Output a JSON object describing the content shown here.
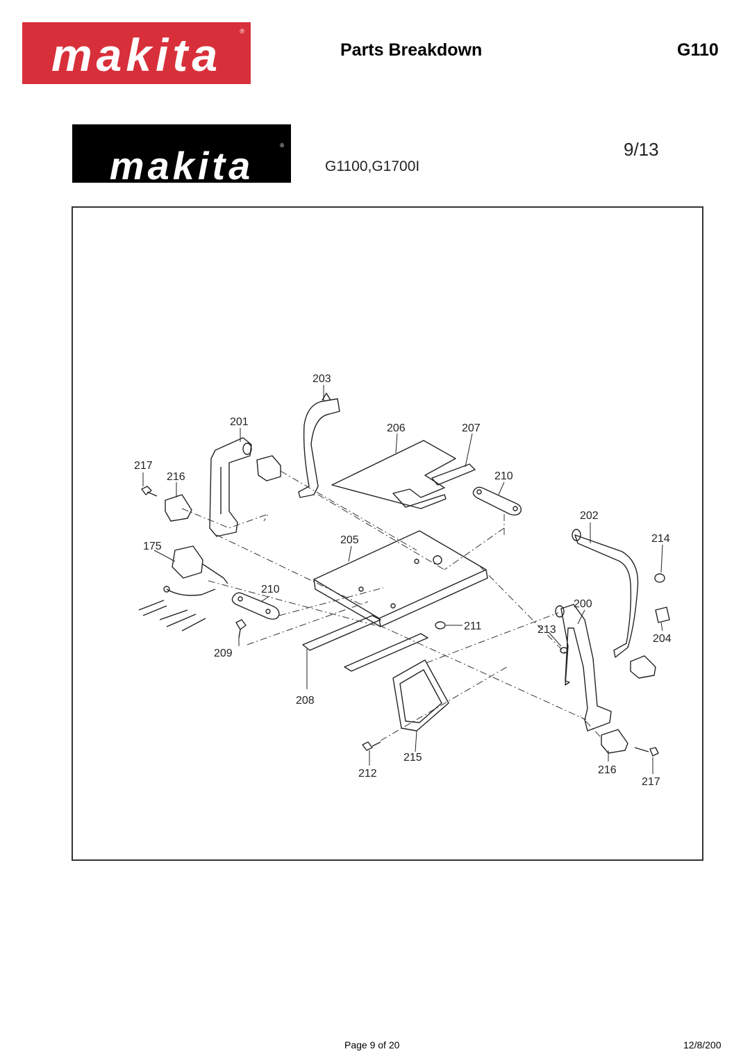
{
  "header": {
    "brand": "makita",
    "title": "Parts Breakdown",
    "model": "G110"
  },
  "diagram_sheet": {
    "brand": "makita",
    "models": "G1100,G1700I",
    "page_fraction": "9/13"
  },
  "parts": {
    "p203": "203",
    "p201": "201",
    "p206": "206",
    "p207": "207",
    "p217a": "217",
    "p216a": "216",
    "p210a": "210",
    "p202": "202",
    "p214": "214",
    "p175": "175",
    "p205": "205",
    "p210b": "210",
    "p200": "200",
    "p211": "211",
    "p213": "213",
    "p204": "204",
    "p209": "209",
    "p208": "208",
    "p215": "215",
    "p212": "212",
    "p216b": "216",
    "p217b": "217"
  },
  "footer": {
    "page": "Page 9 of 20",
    "date": "12/8/200"
  }
}
